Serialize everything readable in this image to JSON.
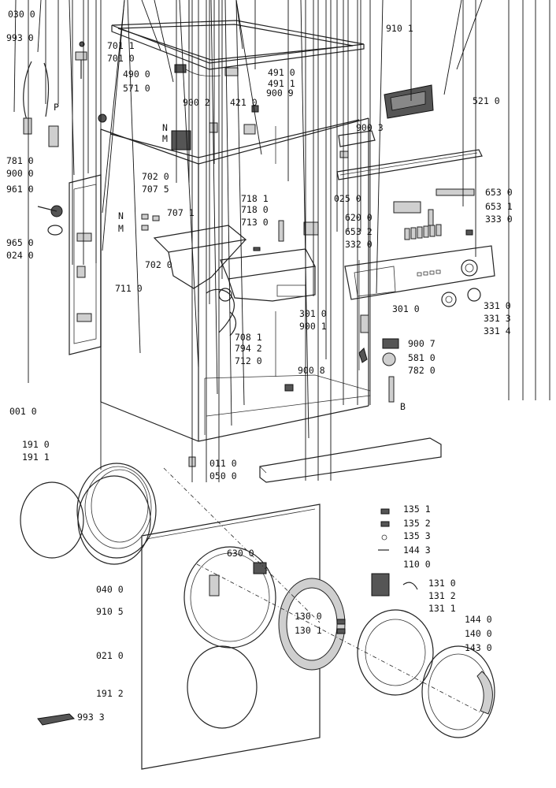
{
  "callouts": [
    {
      "id": "c030",
      "text": "030 0"
    },
    {
      "id": "c993_0",
      "text": "993 0"
    },
    {
      "id": "c910_1",
      "text": "910 1"
    },
    {
      "id": "c701_1",
      "text": "701 1"
    },
    {
      "id": "c701_0",
      "text": "701 0"
    },
    {
      "id": "c490",
      "text": "490 0"
    },
    {
      "id": "c491_0",
      "text": "491 0"
    },
    {
      "id": "c491_1",
      "text": "491 1"
    },
    {
      "id": "c571",
      "text": "571 0"
    },
    {
      "id": "c900_2",
      "text": "900 2"
    },
    {
      "id": "c421",
      "text": "421 0"
    },
    {
      "id": "c900_9",
      "text": "900 9"
    },
    {
      "id": "c521",
      "text": "521 0"
    },
    {
      "id": "c781",
      "text": "781 0"
    },
    {
      "id": "c900_0",
      "text": "900 0"
    },
    {
      "id": "c900_3",
      "text": "900 3"
    },
    {
      "id": "c961",
      "text": "961 0"
    },
    {
      "id": "c702_0a",
      "text": "702 0"
    },
    {
      "id": "c707_5",
      "text": "707 5"
    },
    {
      "id": "c718_1",
      "text": "718 1"
    },
    {
      "id": "c718_0",
      "text": "718 0"
    },
    {
      "id": "c713",
      "text": "713 0"
    },
    {
      "id": "c025",
      "text": "025 0"
    },
    {
      "id": "c653_0",
      "text": "653 0"
    },
    {
      "id": "c653_1",
      "text": "653 1"
    },
    {
      "id": "c333",
      "text": "333 0"
    },
    {
      "id": "c620",
      "text": "620 0"
    },
    {
      "id": "c653_2",
      "text": "653 2"
    },
    {
      "id": "c332",
      "text": "332 0"
    },
    {
      "id": "c707_1",
      "text": "707 1"
    },
    {
      "id": "c965",
      "text": "965 0"
    },
    {
      "id": "c024",
      "text": "024 0"
    },
    {
      "id": "c702_0b",
      "text": "702 0"
    },
    {
      "id": "c711",
      "text": "711 0"
    },
    {
      "id": "c301_0a",
      "text": "301 0"
    },
    {
      "id": "c331_0",
      "text": "331 0"
    },
    {
      "id": "c331_3",
      "text": "331 3"
    },
    {
      "id": "c331_4",
      "text": "331 4"
    },
    {
      "id": "c301_0b",
      "text": "301 0"
    },
    {
      "id": "c900_1",
      "text": "900 1"
    },
    {
      "id": "c708",
      "text": "708 1"
    },
    {
      "id": "c794",
      "text": "794 2"
    },
    {
      "id": "c712",
      "text": "712 0"
    },
    {
      "id": "c900_7",
      "text": "900 7"
    },
    {
      "id": "c581",
      "text": "581 0"
    },
    {
      "id": "c782",
      "text": "782 0"
    },
    {
      "id": "c900_8",
      "text": "900 8"
    },
    {
      "id": "c001",
      "text": "001 0"
    },
    {
      "id": "c191_0",
      "text": "191 0"
    },
    {
      "id": "c191_1",
      "text": "191 1"
    },
    {
      "id": "c011",
      "text": "011 0"
    },
    {
      "id": "c050",
      "text": "050 0"
    },
    {
      "id": "c135_1",
      "text": "135 1"
    },
    {
      "id": "c135_2",
      "text": "135 2"
    },
    {
      "id": "c135_3",
      "text": "135 3"
    },
    {
      "id": "c144_3",
      "text": "144 3"
    },
    {
      "id": "c630",
      "text": "630 0"
    },
    {
      "id": "c110",
      "text": "110 0"
    },
    {
      "id": "c040",
      "text": "040 0"
    },
    {
      "id": "c131_0",
      "text": "131 0"
    },
    {
      "id": "c131_2",
      "text": "131 2"
    },
    {
      "id": "c131_1",
      "text": "131 1"
    },
    {
      "id": "c910_5",
      "text": "910 5"
    },
    {
      "id": "c130_0",
      "text": "130 0"
    },
    {
      "id": "c144_0",
      "text": "144 0"
    },
    {
      "id": "c130_1",
      "text": "130 1"
    },
    {
      "id": "c140",
      "text": "140 0"
    },
    {
      "id": "c021",
      "text": "021 0"
    },
    {
      "id": "c143",
      "text": "143 0"
    },
    {
      "id": "c191_2",
      "text": "191 2"
    },
    {
      "id": "c993_3",
      "text": "993 3"
    }
  ],
  "markers": {
    "P": "P",
    "N_upper": "N",
    "M_upper": "M",
    "N_lower": "N",
    "M_lower": "M",
    "B": "B"
  }
}
